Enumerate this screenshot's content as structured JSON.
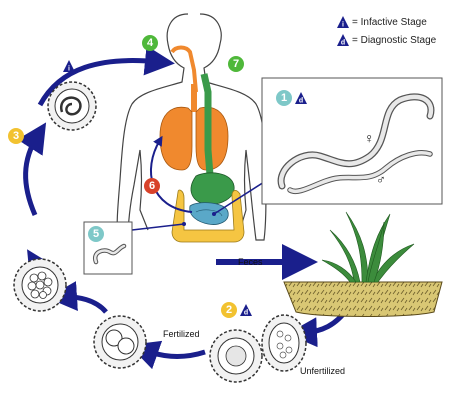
{
  "legend": {
    "infective": {
      "symbol": "i",
      "text": "= Infactive Stage"
    },
    "diagnostic": {
      "symbol": "d",
      "text": "= Diagnostic Stage"
    }
  },
  "steps": {
    "s1": "1",
    "s2": "2",
    "s3": "3",
    "s4": "4",
    "s5": "5",
    "s6": "6",
    "s7": "7"
  },
  "labels": {
    "feces": "Feces",
    "fertilized": "Fertilized",
    "unfertilized": "Unfertilized",
    "female": "♀",
    "male": "♂"
  },
  "stage_symbols": {
    "infective": "i",
    "diagnostic": "d"
  },
  "colors": {
    "cycle_arrow": "#1a1f8c",
    "badge_yellow": "#f2c230",
    "badge_green": "#4fb83a",
    "badge_red": "#d8422a",
    "badge_teal": "#7ec8c8",
    "lungs": "#f0892e",
    "digestive": "#3a9a4a",
    "intestine": "#f5c542",
    "small_intestine": "#5aa8c8",
    "grass": "#3c8c3c",
    "soil": "#d9c774"
  }
}
